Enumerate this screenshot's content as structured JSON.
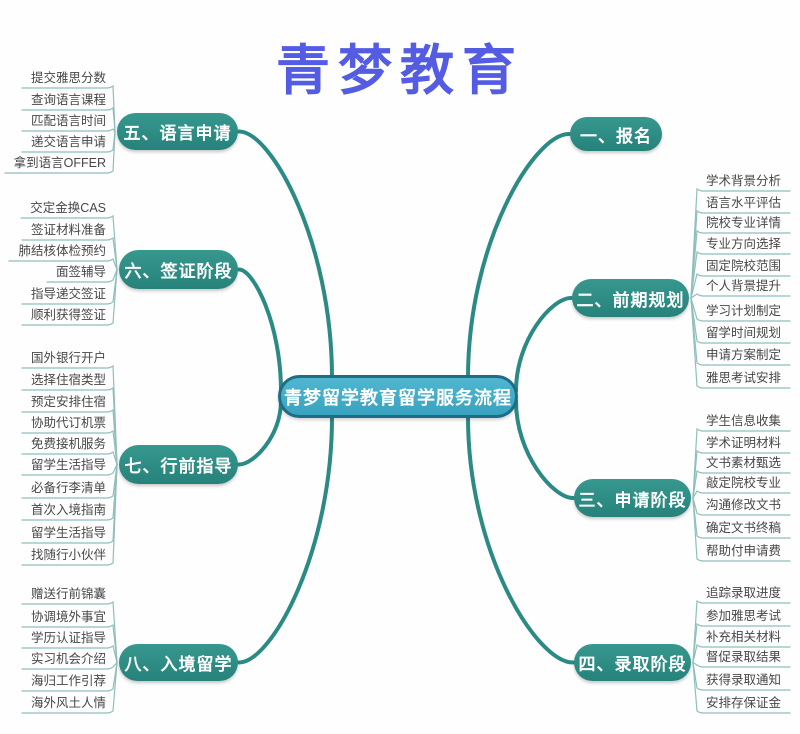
{
  "title": "青梦教育",
  "center": {
    "label": "青梦留学教育留学服务流程"
  },
  "branches": [
    {
      "label": "一、报名",
      "leaves": []
    },
    {
      "label": "二、前期规划",
      "leaves": [
        "学术背景分析",
        "语言水平评估",
        "院校专业详情",
        "专业方向选择",
        "固定院校范围",
        "个人背景提升",
        "学习计划制定",
        "留学时间规划",
        "申请方案制定",
        "雅思考试安排"
      ]
    },
    {
      "label": "三、申请阶段",
      "leaves": [
        "学生信息收集",
        "学术证明材料",
        "文书素材甄选",
        "敲定院校专业",
        "沟通修改文书",
        "确定文书终稿",
        "帮助付申请费"
      ]
    },
    {
      "label": "四、录取阶段",
      "leaves": [
        "追踪录取进度",
        "参加雅思考试",
        "补充相关材料",
        "督促录取结果",
        "获得录取通知",
        "安排存保证金"
      ]
    },
    {
      "label": "五、语言申请",
      "leaves": [
        "提交雅思分数",
        "查询语言课程",
        "匹配语言时间",
        "递交语言申请",
        "拿到语言OFFER"
      ]
    },
    {
      "label": "六、签证阶段",
      "leaves": [
        "交定金换CAS",
        "签证材料准备",
        "肺结核体检预约",
        "面签辅导",
        "指导递交签证",
        "顺利获得签证"
      ]
    },
    {
      "label": "七、行前指导",
      "leaves": [
        "国外银行开户",
        "选择住宿类型",
        "预定安排住宿",
        "协助代订机票",
        "免费接机服务",
        "留学生活指导",
        "必备行李清单",
        "首次入境指南",
        "留学生活指导",
        "找随行小伙伴"
      ]
    },
    {
      "label": "八、入境留学",
      "leaves": [
        "赠送行前锦囊",
        "协调境外事宜",
        "学历认证指导",
        "实习机会介绍",
        "海归工作引荐",
        "海外风土人情"
      ]
    }
  ],
  "colors": {
    "title": "#545CE4",
    "branch_fill": "#2E8E86",
    "center_fill": "#3FA9C5",
    "center_border": "#1F6C86",
    "connector": "#2B8B84",
    "leaf_line": "#8FBFBB",
    "leaf_text": "#474747"
  }
}
